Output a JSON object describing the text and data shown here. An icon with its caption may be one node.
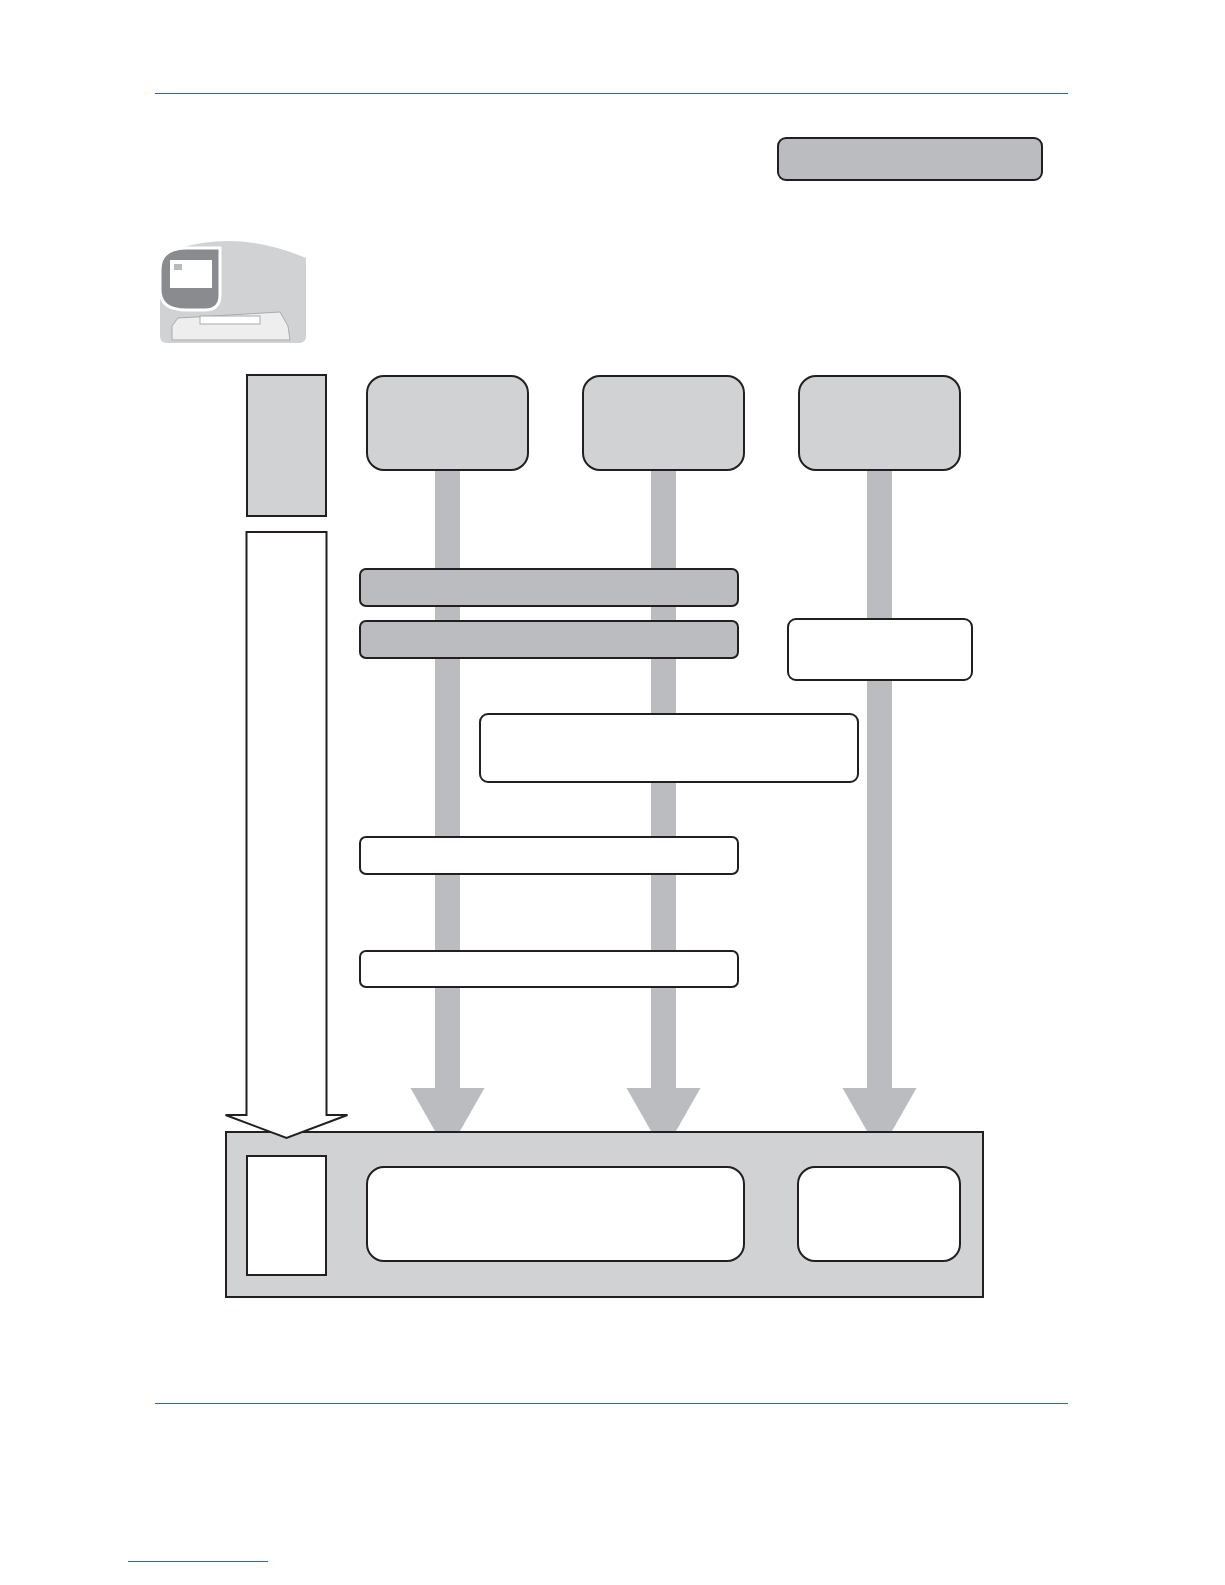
{
  "diagram": {
    "nodes": [
      {
        "text": [],
        "shape": "box"
      },
      {
        "text": [],
        "shape": "box"
      },
      {
        "text": [],
        "shape": "box"
      },
      {
        "text": [],
        "shape": "box"
      },
      {
        "text": [],
        "shape": "box"
      },
      {
        "text": [],
        "shape": "box"
      },
      {
        "text": [],
        "shape": "box"
      },
      {
        "text": [],
        "shape": "box"
      },
      {
        "text": [],
        "shape": "box"
      },
      {
        "text": [],
        "shape": "box"
      },
      {
        "text": [],
        "shape": "box"
      },
      {
        "text": [],
        "shape": "box"
      },
      {
        "text": [],
        "shape": "box",
        "in": 11
      },
      {
        "text": [],
        "shape": "box",
        "in": 11
      },
      {
        "text": [],
        "shape": "box",
        "in": 11
      }
    ],
    "edges": [
      {
        "from": 1,
        "to": 11,
        "arrow": "to"
      },
      {
        "from": 2,
        "to": 11,
        "arrow": "to",
        "style": "thick",
        "color": "#bbbcc0"
      },
      {
        "from": 3,
        "to": 11,
        "arrow": "to",
        "style": "thick",
        "color": "#bbbcc0"
      },
      {
        "from": 4,
        "to": 11,
        "arrow": "to",
        "style": "thick",
        "color": "#bbbcc0"
      }
    ]
  }
}
